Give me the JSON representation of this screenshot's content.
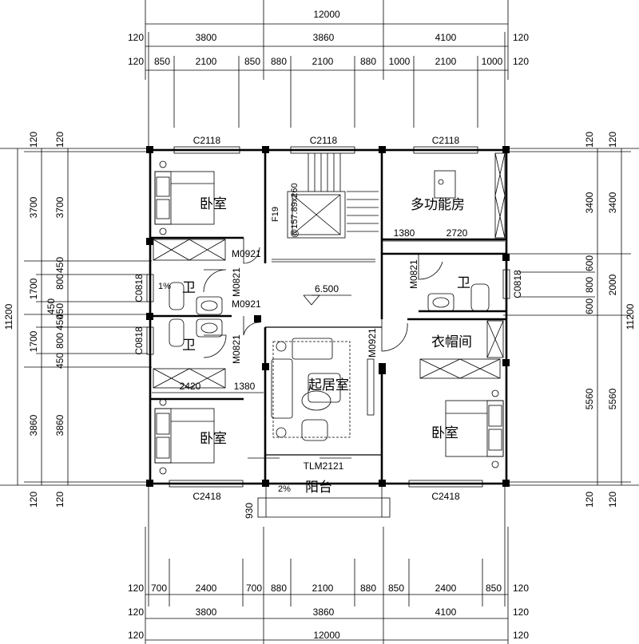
{
  "dims": {
    "top_total": "12000",
    "top_row1": [
      "120",
      "3800",
      "3860",
      "4100",
      "120"
    ],
    "top_row2": [
      "120",
      "850",
      "2100",
      "850",
      "880",
      "2100",
      "880",
      "1000",
      "2100",
      "1000",
      "120"
    ],
    "bottom_row2": [
      "120",
      "700",
      "2400",
      "700",
      "880",
      "2100",
      "880",
      "850",
      "2400",
      "850",
      "120"
    ],
    "bottom_row1": [
      "120",
      "3800",
      "3860",
      "4100",
      "120"
    ],
    "bottom_total": "12000",
    "left_total": "11200",
    "left_outer": [
      "120",
      "3700",
      "1700",
      "1700",
      "3860",
      "120"
    ],
    "left_inner": [
      "120",
      "3700",
      "800",
      "450",
      "450",
      "450",
      "800",
      "450",
      "3860",
      "120"
    ],
    "right_total": "11200",
    "right_outer": [
      "120",
      "3400",
      "2000",
      "5560",
      "120"
    ],
    "right_inner": [
      "120",
      "3400",
      "600",
      "800",
      "600",
      "5560",
      "120"
    ],
    "interior": [
      "1380",
      "2720",
      "2420",
      "1380",
      "930"
    ]
  },
  "rooms": {
    "bedroom_nw": "卧室",
    "multi_room": "多功能房",
    "bath_nw1": "卫",
    "bath_nw2": "卫",
    "bath_ne": "卫",
    "cloakroom": "衣帽间",
    "living": "起居室",
    "bedroom_sw": "卧室",
    "bedroom_se": "卧室",
    "balcony": "阳台"
  },
  "labels": {
    "win_c2118_a": "C2118",
    "win_c2118_b": "C2118",
    "win_c2118_c": "C2118",
    "win_c0818_a": "C0818",
    "win_c0818_b": "C0818",
    "win_c0818_c": "C0818",
    "win_c2418_a": "C2418",
    "win_c2418_b": "C2418",
    "door_m0921_a": "M0921",
    "door_m0921_b": "M0921",
    "door_m0921_c": "M0921",
    "door_m0821_a": "M0821",
    "door_m0821_b": "M0821",
    "door_m0821_c": "M0821",
    "door_tlm2121": "TLM2121",
    "stair_note_a": "F19",
    "stair_note_b": "@157.89x260",
    "elevation": "6.500",
    "slope_a": "1%",
    "slope_b": "2%"
  }
}
